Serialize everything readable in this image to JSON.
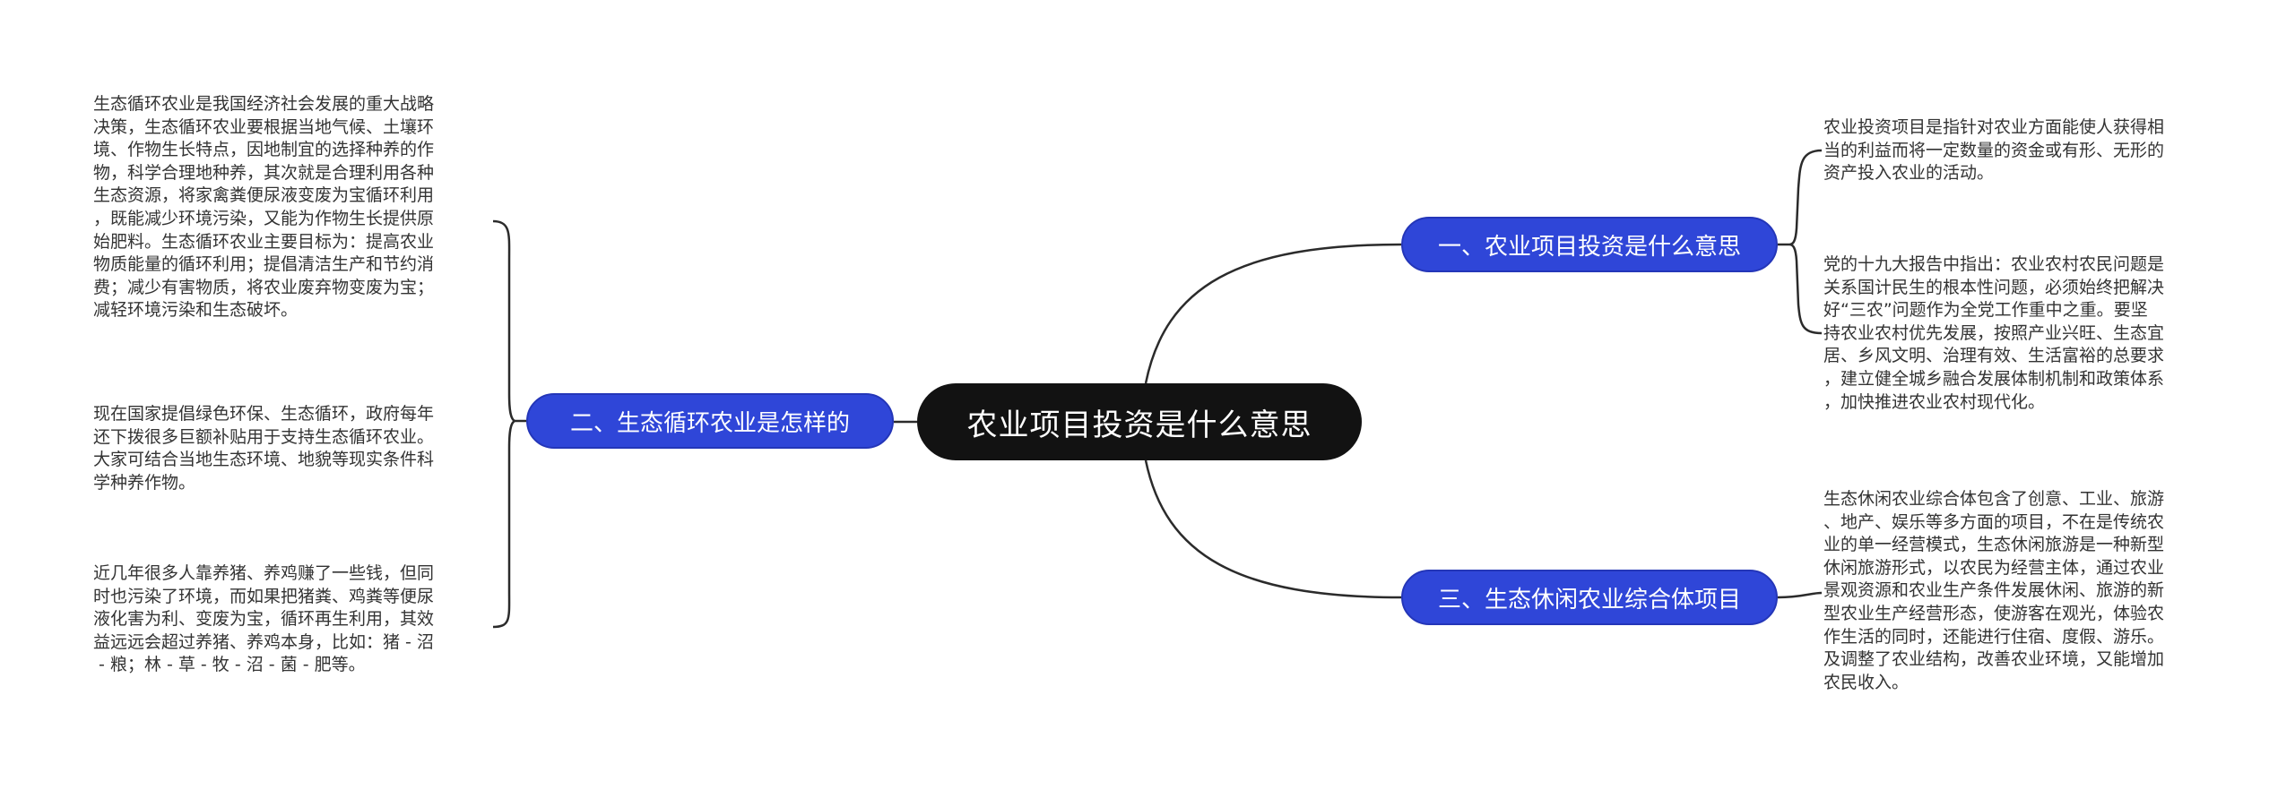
{
  "root": {
    "title": "农业项目投资是什么意思"
  },
  "branches": [
    {
      "label": "一、农业项目投资是什么意思"
    },
    {
      "label": "二、生态循环农业是怎样的"
    },
    {
      "label": "三、生态休闲农业综合体项目"
    }
  ],
  "leaves": {
    "b1": [
      "农业投资项目是指针对农业方面能使人获得相\n当的利益而将一定数量的资金或有形、无形的\n资产投入农业的活动。",
      "党的十九大报告中指出：农业农村农民问题是\n关系国计民生的根本性问题，必须始终把解决\n好“三农”问题作为全党工作重中之重。要坚\n持农业农村优先发展，按照产业兴旺、生态宜\n居、乡风文明、治理有效、生活富裕的总要求\n，建立健全城乡融合发展体制机制和政策体系\n，加快推进农业农村现代化。"
    ],
    "b2": [
      "生态循环农业是我国经济社会发展的重大战略\n决策，生态循环农业要根据当地气候、土壤环\n境、作物生长特点，因地制宜的选择种养的作\n物，科学合理地种养，其次就是合理利用各种\n生态资源，将家禽粪便尿液变废为宝循环利用\n，既能减少环境污染，又能为作物生长提供原\n始肥料。生态循环农业主要目标为：提高农业\n物质能量的循环利用；提倡清洁生产和节约消\n费；减少有害物质，将农业废弃物变废为宝；\n减轻环境污染和生态破坏。",
      "现在国家提倡绿色环保、生态循环，政府每年\n还下拨很多巨额补贴用于支持生态循环农业。\n大家可结合当地生态环境、地貌等现实条件科\n学种养作物。",
      "近几年很多人靠养猪、养鸡赚了一些钱，但同\n时也污染了环境，而如果把猪粪、鸡粪等便尿\n液化害为利、变废为宝，循环再生利用，其效\n益远远会超过养猪、养鸡本身，比如：猪 - 沼\n - 粮；林 - 草 - 牧 - 沼 - 菌 - 肥等。"
    ],
    "b3": [
      "生态休闲农业综合体包含了创意、工业、旅游\n、地产、娱乐等多方面的项目，不在是传统农\n业的单一经营模式，生态休闲旅游是一种新型\n休闲旅游形式，以农民为经营主体，通过农业\n景观资源和农业生产条件发展休闲、旅游的新\n型农业生产经营形态，使游客在观光，体验农\n作生活的同时，还能进行住宿、度假、游乐。\n及调整了农业结构，改善农业环境，又能增加\n农民收入。"
    ]
  },
  "colors": {
    "root_bg": "#121212",
    "branch_bg": "#2f46d8",
    "connector": "#2b2b2b",
    "leaf_text": "#333333"
  }
}
